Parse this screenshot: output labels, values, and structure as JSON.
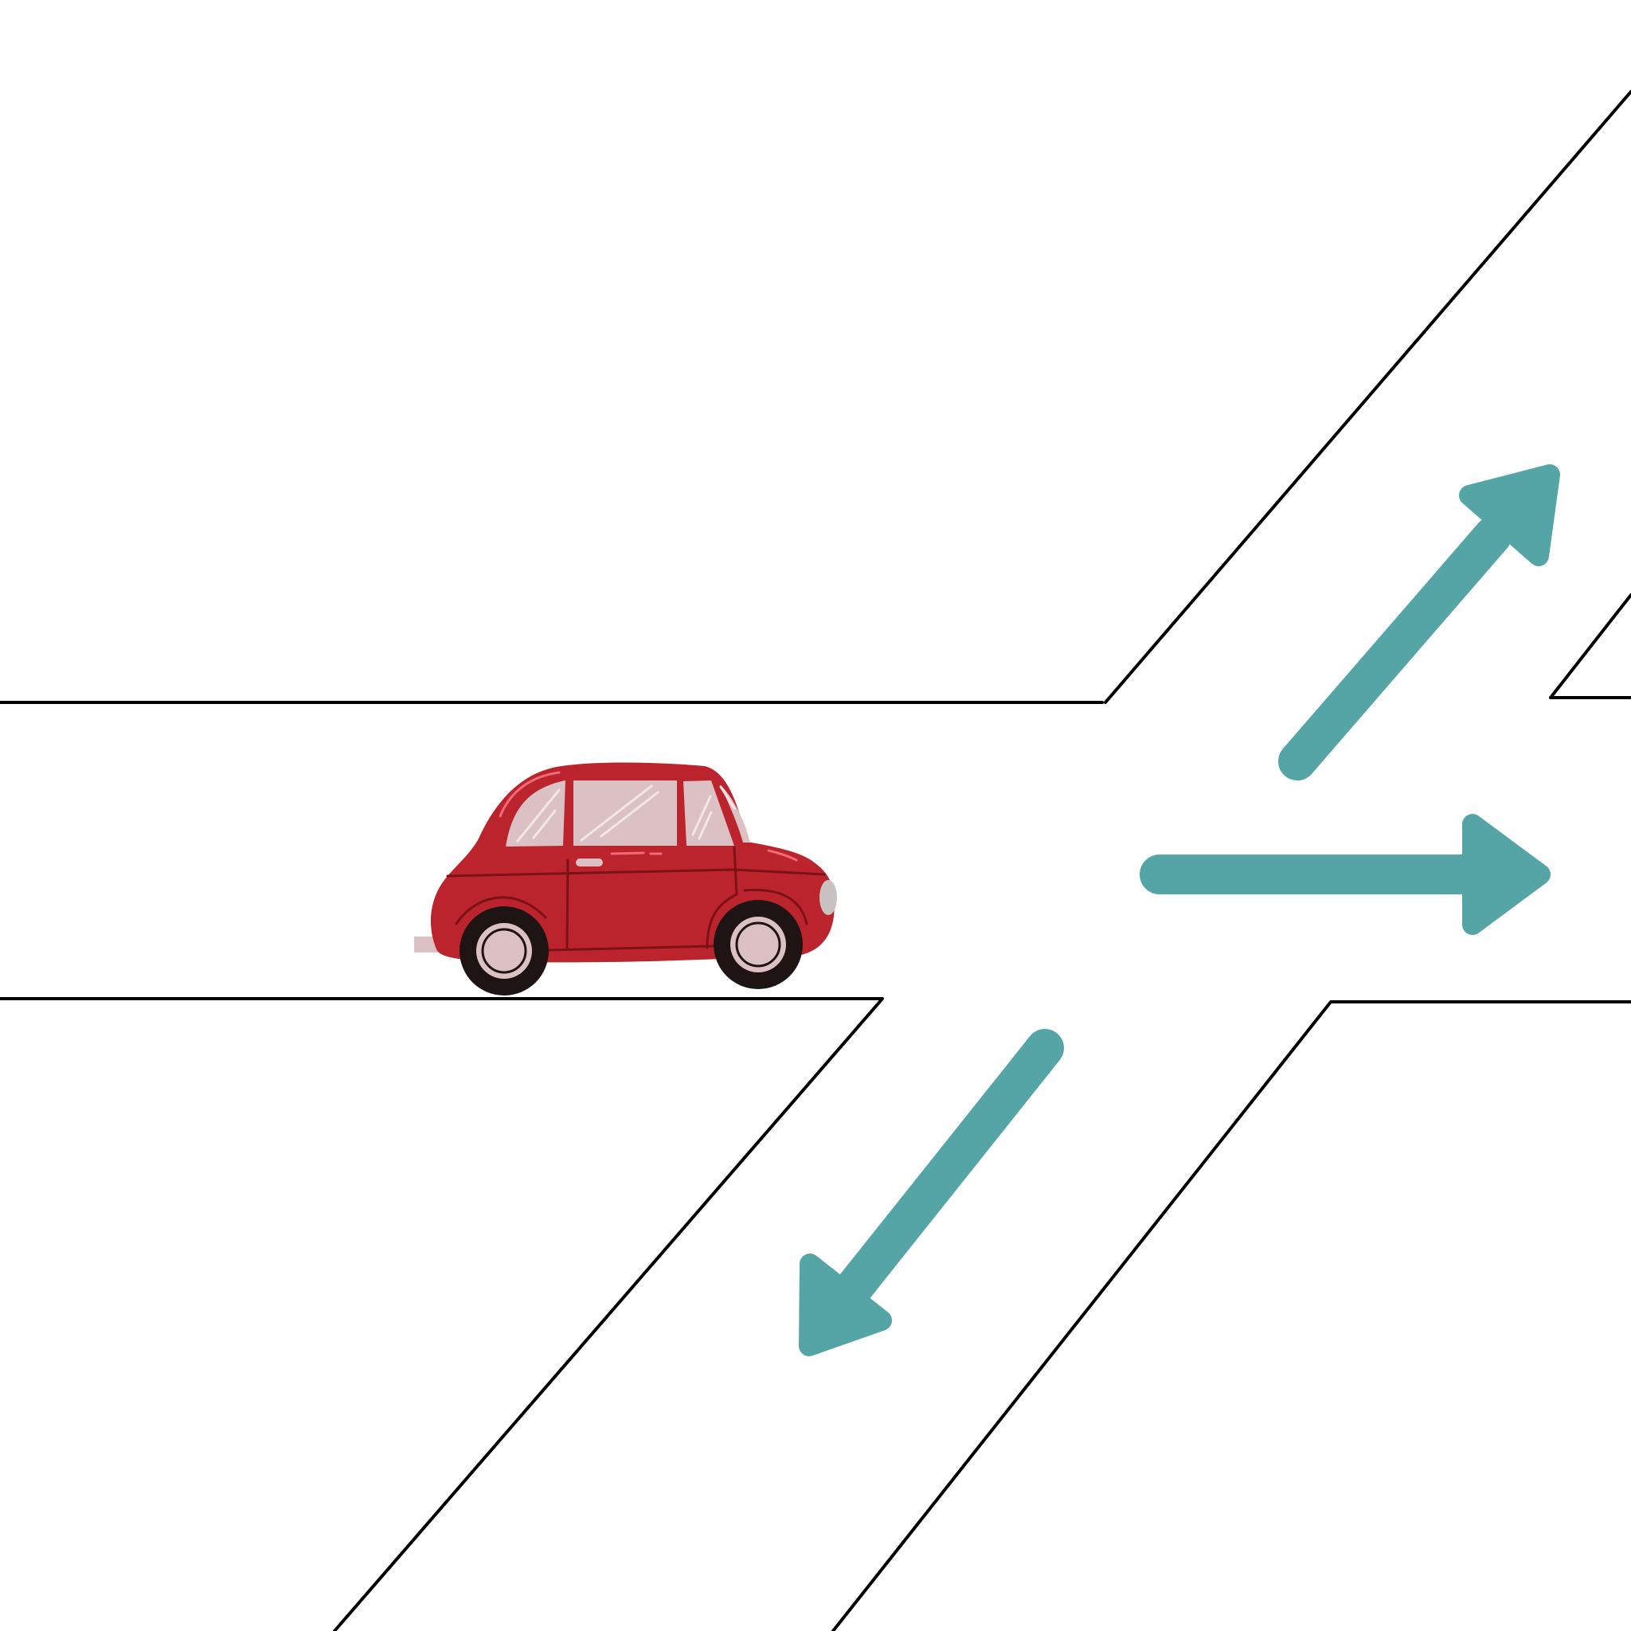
{
  "scene": {
    "background_color": "#ffffff",
    "road_edge_color": "#000000",
    "arrow_color": "#56a5a6"
  },
  "car": {
    "icon": "car-icon",
    "body_color": "#bb242c",
    "window_color": "#dcc1c4",
    "tire_color": "#1e1414",
    "hubcap_color": "#dcc1c4",
    "headlight_color": "#c8c2c2",
    "trim_color": "#7a1218"
  },
  "arrows": [
    {
      "name": "arrow-up-right-icon",
      "direction": "up-right"
    },
    {
      "name": "arrow-right-icon",
      "direction": "right"
    },
    {
      "name": "arrow-down-left-icon",
      "direction": "down-left"
    }
  ]
}
